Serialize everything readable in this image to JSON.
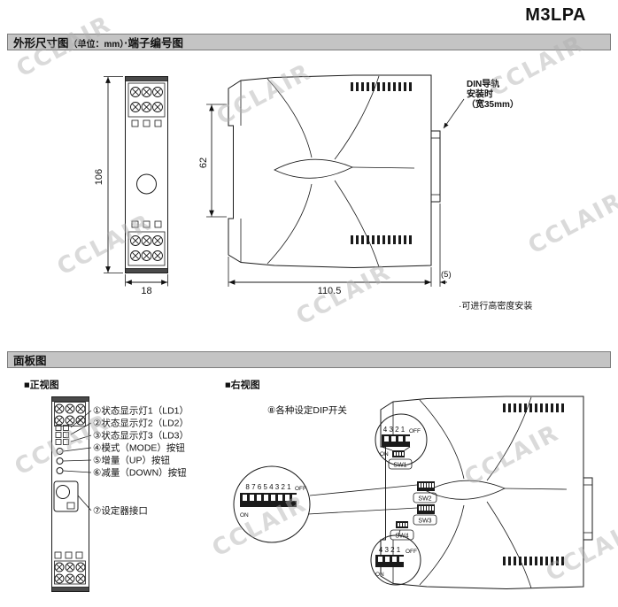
{
  "page": {
    "title": "M3LPA",
    "watermark": "CCLAIR"
  },
  "sections": {
    "dimensions": {
      "title": "外形尺寸图",
      "unit": "（单位：mm）",
      "suffix": "·端子编号图"
    },
    "panel": {
      "title": "面板图"
    }
  },
  "dimension_drawing": {
    "front_height": "106",
    "front_width": "18",
    "side_height": "62",
    "side_length": "110.5",
    "clip_depth": "(5)",
    "din_lines": [
      "DIN导轨",
      "安装时",
      "（宽35mm）"
    ],
    "note": "·可进行高密度安装"
  },
  "panel_drawing": {
    "front_view_label": "■正视图",
    "right_view_label": "■右视图",
    "callouts": [
      "①状态显示灯1（LD1）",
      "②状态显示灯2（LD2）",
      "③状态显示灯3（LD3）",
      "④模式（MODE）按钮",
      "⑤增量（UP）按钮",
      "⑥减量（DOWN）按钮",
      "⑦设定器接口",
      "⑧各种设定DIP开关"
    ],
    "dip": {
      "scale4": "4 3 2 1",
      "scale8": "8 7 6 5 4 3 2 1",
      "off": "OFF",
      "on": "ON",
      "sw": [
        "SW1",
        "SW2",
        "SW3",
        "SW4"
      ]
    }
  }
}
